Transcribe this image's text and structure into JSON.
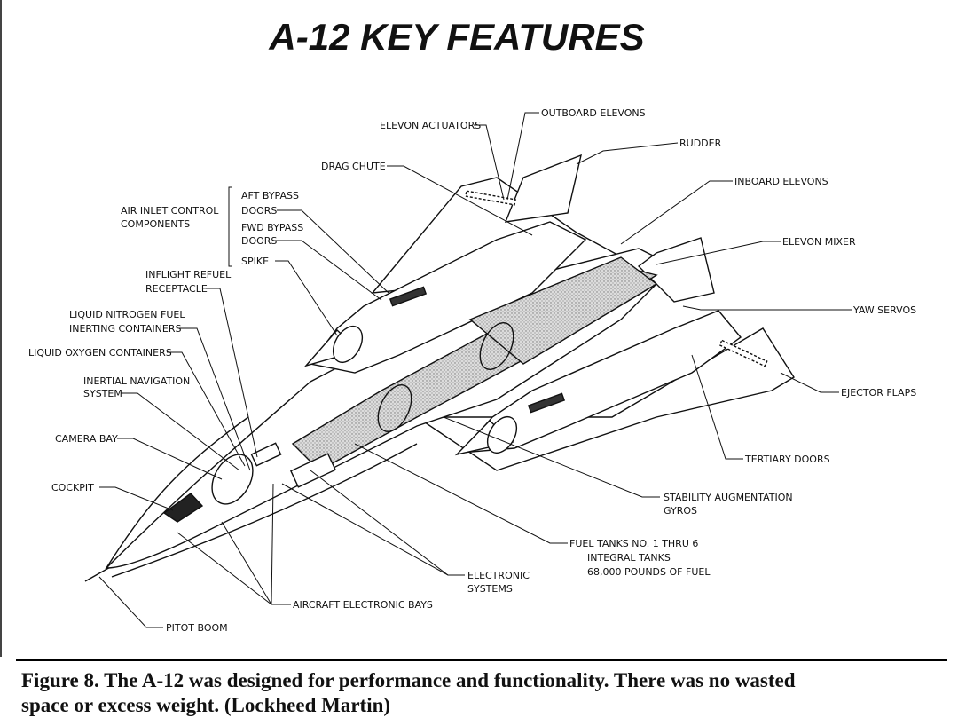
{
  "title": "A-12 KEY FEATURES",
  "labels": {
    "elevon_actuators": "ELEVON ACTUATORS",
    "outboard_elevons": "OUTBOARD ELEVONS",
    "rudder": "RUDDER",
    "drag_chute": "DRAG CHUTE",
    "inboard_elevons": "INBOARD ELEVONS",
    "air_inlet_1": "AIR INLET CONTROL",
    "air_inlet_2": "COMPONENTS",
    "aft_bypass_1": "AFT BYPASS",
    "aft_bypass_2": "DOORS",
    "fwd_bypass_1": "FWD BYPASS",
    "fwd_bypass_2": "DOORS",
    "spike": "SPIKE",
    "elevon_mixer": "ELEVON MIXER",
    "inflight_1": "INFLIGHT REFUEL",
    "inflight_2": "RECEPTACLE",
    "yaw_servos": "YAW SERVOS",
    "ln2_1": "LIQUID NITROGEN FUEL",
    "ln2_2": "INERTING CONTAINERS",
    "lox": "LIQUID OXYGEN CONTAINERS",
    "ejector_flaps": "EJECTOR FLAPS",
    "ins_1": "INERTIAL NAVIGATION",
    "ins_2": "SYSTEM",
    "camera_bay": "CAMERA BAY",
    "tertiary_doors": "TERTIARY DOORS",
    "cockpit": "COCKPIT",
    "sag_1": "STABILITY AUGMENTATION",
    "sag_2": "GYROS",
    "fuel_1": "FUEL TANKS NO. 1 THRU 6",
    "fuel_2": "INTEGRAL TANKS",
    "fuel_3": "68,000 POUNDS OF FUEL",
    "elec_sys_1": "ELECTRONIC",
    "elec_sys_2": "SYSTEMS",
    "elec_bays": "AIRCRAFT ELECTRONIC BAYS",
    "pitot": "PITOT BOOM"
  },
  "caption": {
    "line1": "Figure 8. The A-12 was designed for performance and functionality. There was no wasted",
    "line2": "space or excess weight. (Lockheed Martin)"
  }
}
